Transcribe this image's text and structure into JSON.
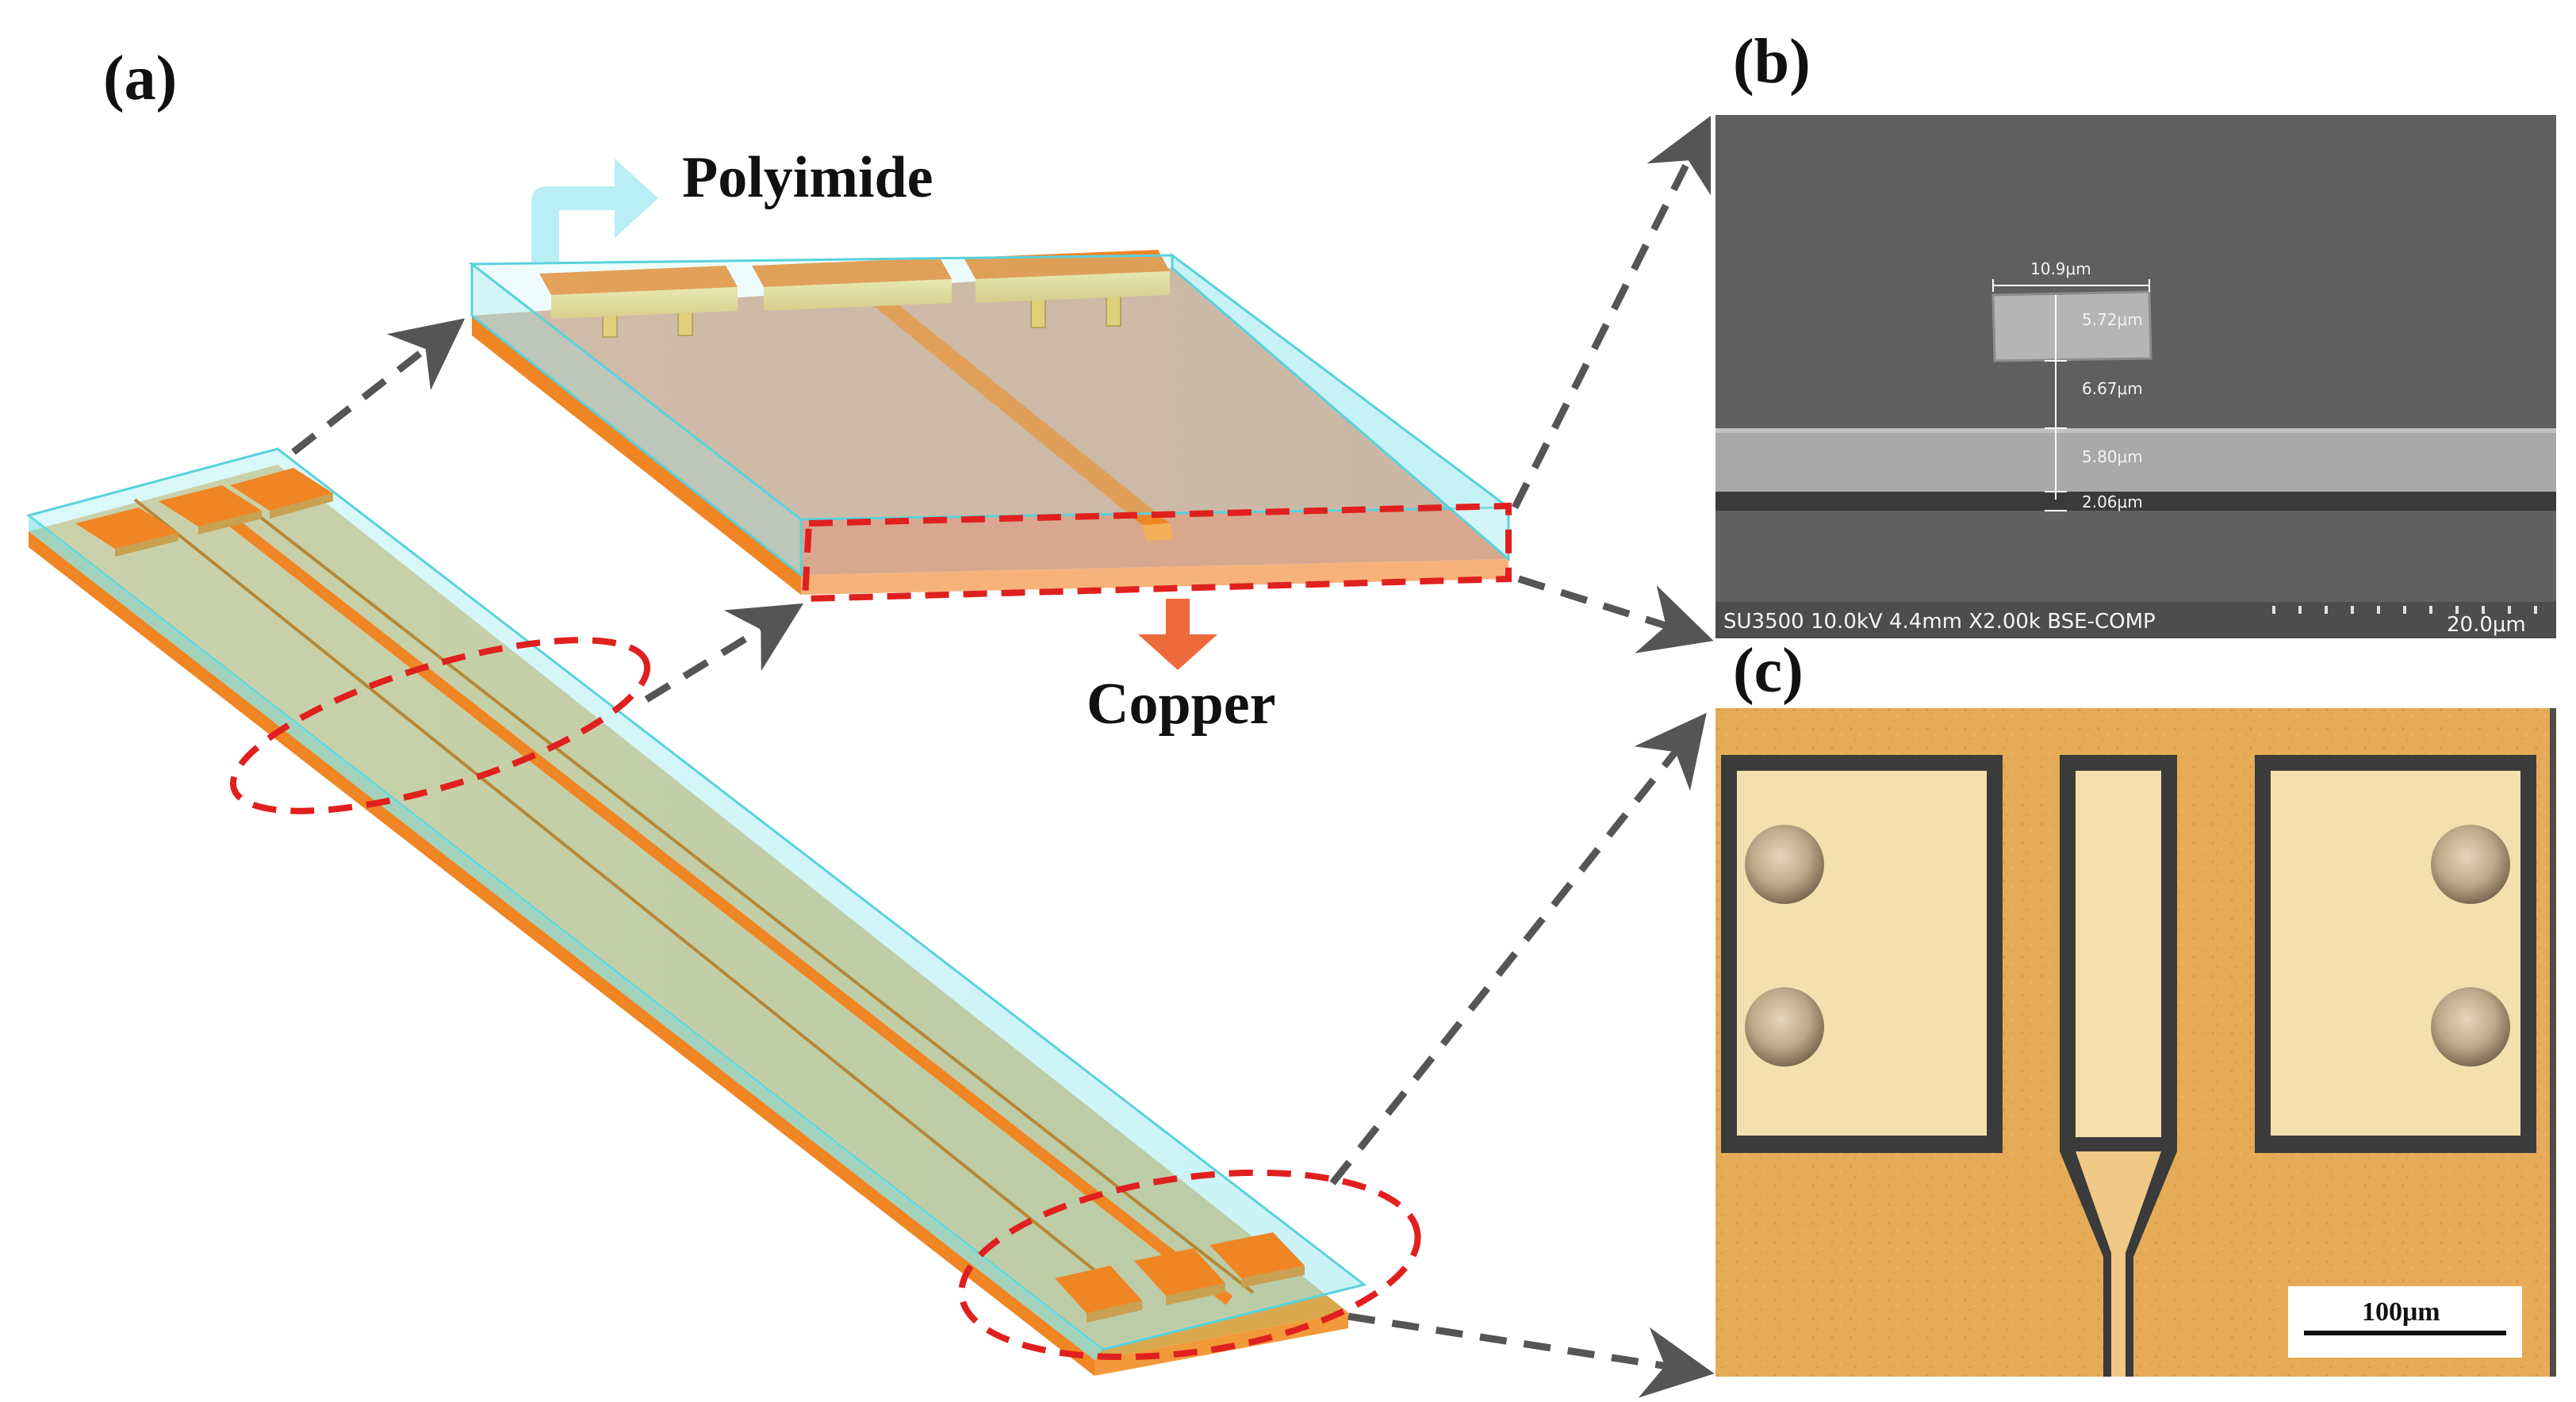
{
  "panels": {
    "a": "(a)",
    "b": "(b)",
    "c": "(c)"
  },
  "labels": {
    "polyimide": "Polyimide",
    "copper": "Copper"
  },
  "sem": {
    "width": "10.9μm",
    "dims": [
      "5.72μm",
      "6.67μm",
      "5.80μm",
      "2.06μm"
    ],
    "footer_left": "SU3500 10.0kV 4.4mm X2.00k BSE-COMP",
    "footer_scale": "20.0μm"
  },
  "optical": {
    "scale_bar": "100μm"
  },
  "colors": {
    "polyimide": "#a6eef2",
    "copper": "#f08524",
    "copper_trace": "#d9a84d",
    "highlight_dash": "#e0201f",
    "arrow_gray": "#555555",
    "sem_background": "#5c5c5c",
    "optical_background": "#e7ac58"
  }
}
